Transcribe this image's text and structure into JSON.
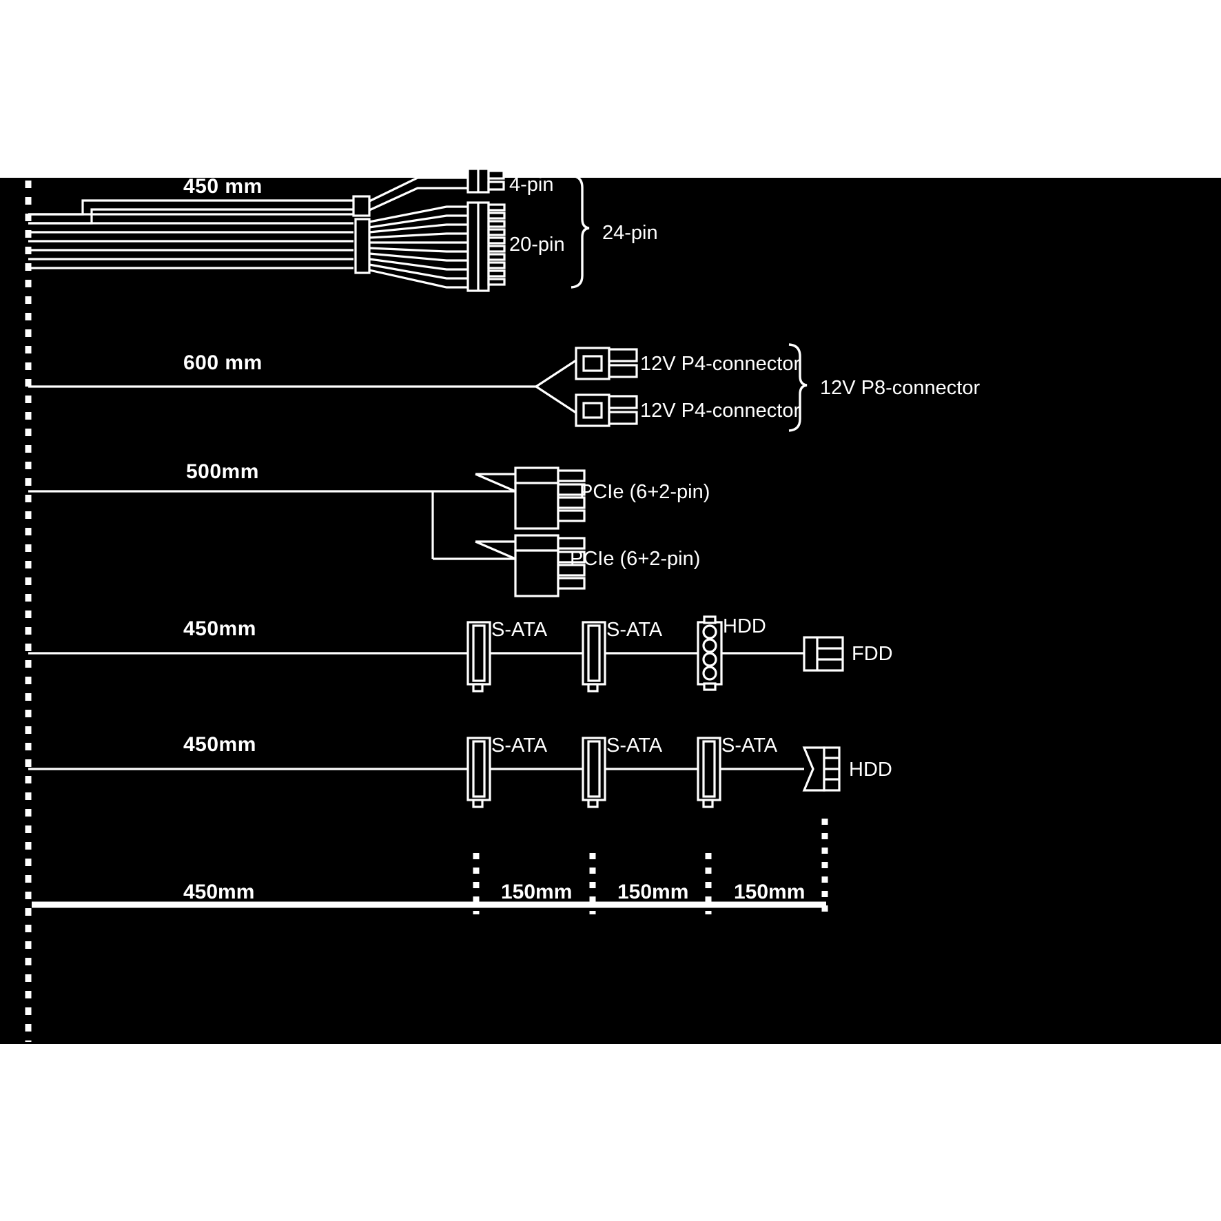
{
  "diagram": {
    "title": "PSU modular cable length and connector diagram",
    "background_color": "#000000",
    "line_color": "#ffffff",
    "page_background": "#ffffff"
  },
  "cables": [
    {
      "id": "atx-24pin",
      "length_label": "450 mm",
      "connectors": [
        {
          "label": "4-pin",
          "type": "atx-4pin"
        },
        {
          "label": "20-pin",
          "type": "atx-20pin"
        }
      ],
      "bracket_label": "24-pin"
    },
    {
      "id": "eps-12v",
      "length_label": "600 mm",
      "connectors": [
        {
          "label": "12V P4-connector",
          "type": "p4"
        },
        {
          "label": "12V P4-connector",
          "type": "p4"
        }
      ],
      "bracket_label": "12V P8-connector"
    },
    {
      "id": "pcie",
      "length_label": "500mm",
      "connectors": [
        {
          "label": "PCIe (6+2-pin)",
          "type": "pcie"
        },
        {
          "label": "PCIe (6+2-pin)",
          "type": "pcie"
        }
      ],
      "bracket_label": ""
    },
    {
      "id": "sata-hdd-fdd",
      "length_label": "450mm",
      "connectors": [
        {
          "label": "S-ATA",
          "type": "sata"
        },
        {
          "label": "S-ATA",
          "type": "sata"
        },
        {
          "label": "HDD",
          "type": "molex-female"
        },
        {
          "label": "FDD",
          "type": "fdd"
        }
      ],
      "bracket_label": ""
    },
    {
      "id": "sata-sata-sata-hdd",
      "length_label": "450mm",
      "connectors": [
        {
          "label": "S-ATA",
          "type": "sata"
        },
        {
          "label": "S-ATA",
          "type": "sata"
        },
        {
          "label": "S-ATA",
          "type": "sata"
        },
        {
          "label": "HDD",
          "type": "molex-male"
        }
      ],
      "bracket_label": ""
    }
  ],
  "scale_bar": {
    "segments": [
      {
        "label": "450mm"
      },
      {
        "label": "150mm"
      },
      {
        "label": "150mm"
      },
      {
        "label": "150mm"
      }
    ]
  }
}
